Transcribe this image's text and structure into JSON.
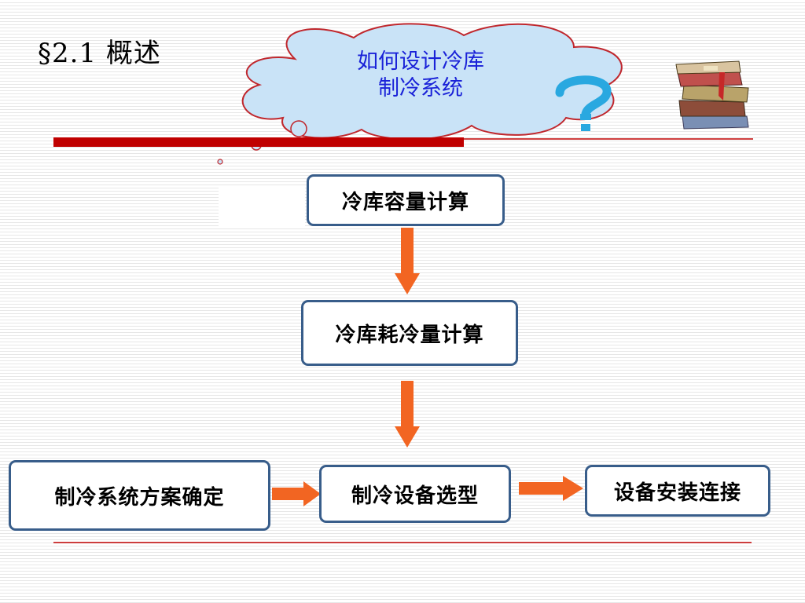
{
  "slide": {
    "title": "§2.1 概述",
    "callout_text": "如何设计冷库制冷系统"
  },
  "flowchart": {
    "steps": [
      "冷库容量计算",
      "冷库耗冷量计算",
      "制冷系统方案确定",
      "制冷设备选型",
      "设备安装连接"
    ]
  },
  "colors": {
    "accent_red": "#c00000",
    "arrow_orange": "#f26522",
    "box_border": "#385d8a",
    "cloud_fill": "#c9e3f7",
    "cloud_stroke": "#c0272d",
    "callout_text": "#1a22d8",
    "question_mark": "#29a8e0"
  },
  "icons": [
    "thought-cloud",
    "question-mark-icon",
    "book-stack-icon"
  ]
}
